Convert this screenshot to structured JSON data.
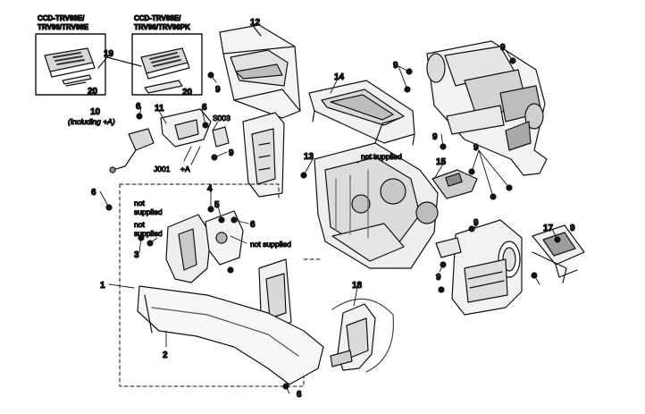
{
  "remote_left": {
    "model_line1": "CCD-TRV88E/",
    "model_line2": "TRV96/TRV98E"
  },
  "remote_right": {
    "model_line1": "CCD-TRV88E/",
    "model_line2": "TRV96/TRV96PK"
  },
  "callouts": {
    "c19": "19",
    "c20a": "20",
    "c20b": "20",
    "c12": "12",
    "c9_lens": "9",
    "c9_12": "9",
    "c9_lens_bottom": "9",
    "c14": "14",
    "c10": "10",
    "c10_note": "(Including +A)",
    "c6a": "6",
    "c11": "11",
    "c6b": "6",
    "s003": "S003",
    "c9_mid": "9",
    "j001": "J001",
    "plus_a": "+A",
    "c13": "13",
    "c9_chassis": "9",
    "c15": "15",
    "c9_15": "9",
    "c6_left": "6",
    "c4": "4",
    "c5": "5",
    "c6_mid": "6",
    "c9_vf": "9",
    "c17": "17",
    "c9_17": "9",
    "c3": "3",
    "c1": "1",
    "c9_vf_low": "9",
    "c18": "18",
    "c2": "2",
    "c6_bottom": "6"
  },
  "notes": {
    "not_supplied_top": "not supplied",
    "not_supplied_left_1": "not",
    "not_supplied_left_2": "supplied",
    "not_supplied_left_b1": "not",
    "not_supplied_left_b2": "supplied",
    "not_supplied_mid": "not supplied"
  }
}
